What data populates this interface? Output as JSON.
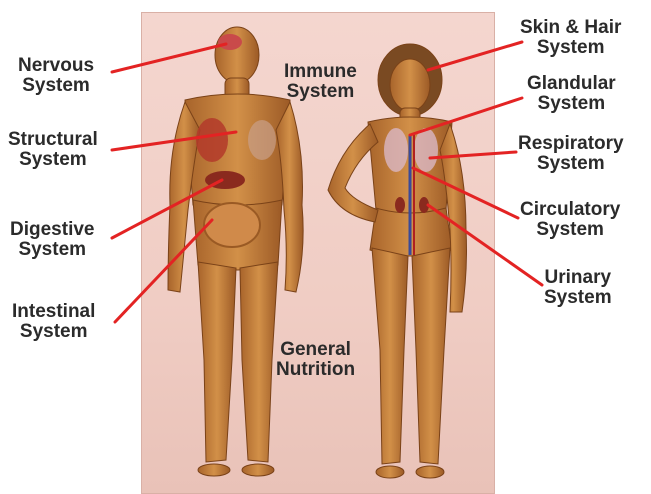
{
  "labels": {
    "nervous": [
      "Nervous",
      "System"
    ],
    "structural": [
      "Structural",
      "System"
    ],
    "digestive": [
      "Digestive",
      "System"
    ],
    "intestinal": [
      "Intestinal",
      "System"
    ],
    "immune": [
      "Immune",
      "System"
    ],
    "general": [
      "General",
      "Nutrition"
    ],
    "skin_hair": [
      "Skin & Hair",
      "System"
    ],
    "glandular": [
      "Glandular",
      "System"
    ],
    "respiratory": [
      "Respiratory",
      "System"
    ],
    "circulatory": [
      "Circulatory",
      "System"
    ],
    "urinary": [
      "Urinary",
      "System"
    ]
  },
  "colors": {
    "leader_line": "#e32323",
    "panel": "#f2d2ca",
    "body": "#c8833f"
  }
}
